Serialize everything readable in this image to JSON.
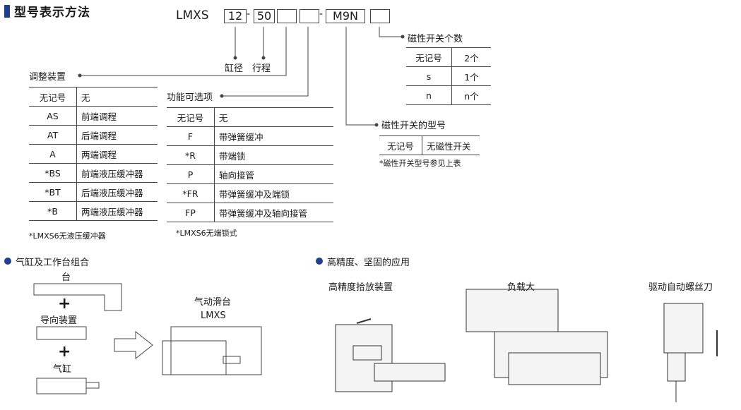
{
  "title": "型号表示方法",
  "model": {
    "prefix": "LMXS",
    "box1": "12",
    "sep1": "-",
    "box2": "50",
    "sep2": "-",
    "box5": "M9N",
    "label_bore": "缸径",
    "label_stroke": "行程"
  },
  "adjust": {
    "heading": "调整装置",
    "rows": [
      [
        "无记号",
        "无"
      ],
      [
        "AS",
        "前端调程"
      ],
      [
        "AT",
        "后端调程"
      ],
      [
        "A",
        "两端调程"
      ],
      [
        "*BS",
        "前端液压缓冲器"
      ],
      [
        "*BT",
        "后端液压缓冲器"
      ],
      [
        "*B",
        "两端液压缓冲器"
      ]
    ],
    "note": "*LMXS6无液压缓冲器"
  },
  "function": {
    "heading": "功能可选项",
    "rows": [
      [
        "无记号",
        "无"
      ],
      [
        "F",
        "带弹簧缓冲"
      ],
      [
        "*R",
        "带端锁"
      ],
      [
        "P",
        "轴向接管"
      ],
      [
        "*FR",
        "带弹簧缓冲及端锁"
      ],
      [
        "FP",
        "带弹簧缓冲及轴向接管"
      ]
    ],
    "note": "*LMXS6无端锁式"
  },
  "switch_count": {
    "heading": "磁性开关个数",
    "rows": [
      [
        "无记号",
        "2个"
      ],
      [
        "s",
        "1个"
      ],
      [
        "n",
        "n个"
      ]
    ]
  },
  "switch_type": {
    "heading": "磁性开关的型号",
    "rows": [
      [
        "无记号",
        "无磁性开关"
      ]
    ],
    "note": "*磁性开关型号参见上表"
  },
  "combo": {
    "heading": "气缸及工作台组合",
    "table_label": "台",
    "plus": "+",
    "guide_label": "导向装置",
    "cylinder_label": "气缸",
    "result_label": "气动滑台",
    "result_model": "LMXS"
  },
  "apps": {
    "heading": "高精度、坚固的应用",
    "items": [
      "高精度拾放装置",
      "负载大",
      "驱动自动螺丝刀"
    ]
  },
  "colors": {
    "title_bar": "#1f3f8f",
    "bullet": "#1f3f8f",
    "line": "#444444"
  }
}
